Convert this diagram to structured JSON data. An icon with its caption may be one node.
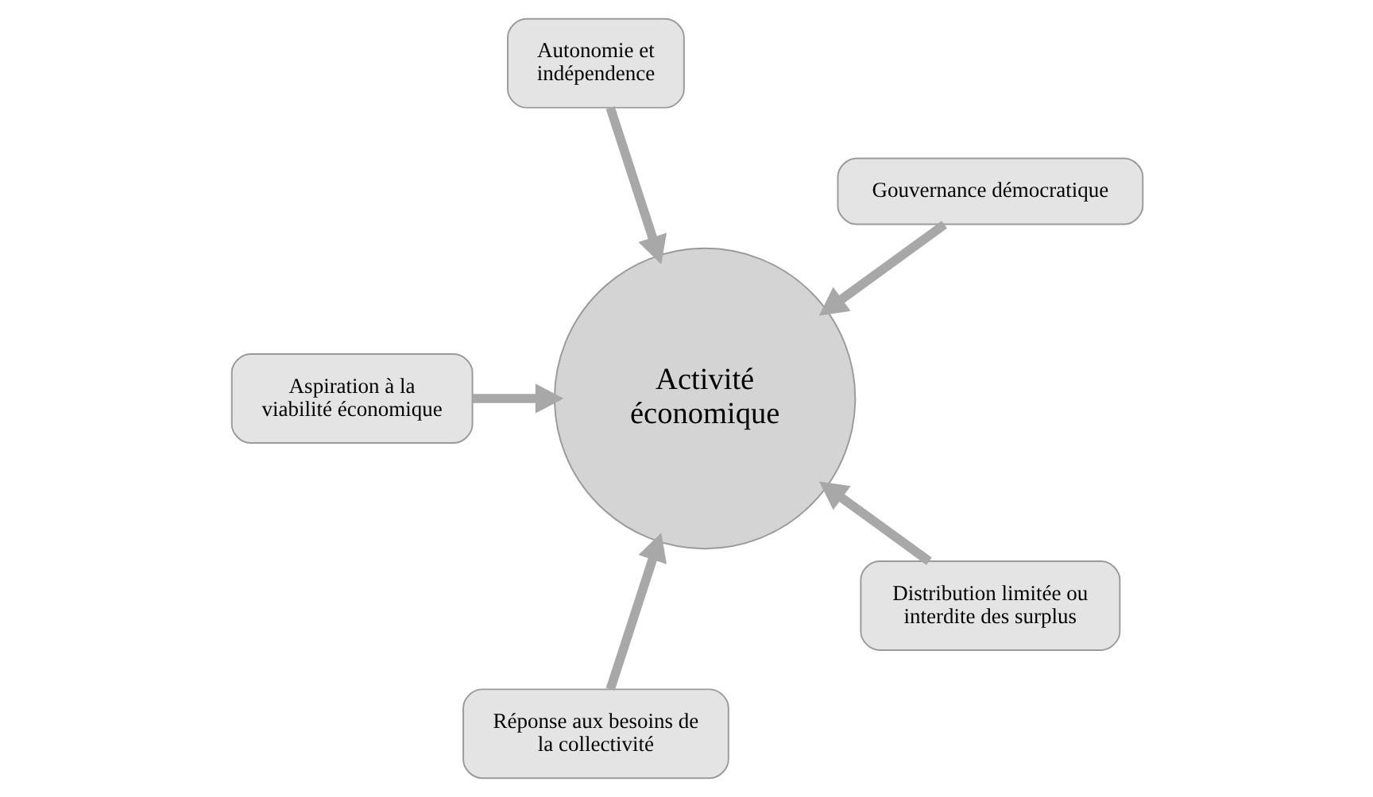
{
  "diagram": {
    "nodes": [
      {
        "text": [
          "Gouvernance démocratique"
        ]
      },
      {
        "text": [
          "Autonomie et indépendence"
        ]
      },
      {
        "text": [
          "Aspiration à la viabilité économique"
        ]
      },
      {
        "text": [
          "Réponse aux besoins de la collectivité"
        ]
      },
      {
        "text": [
          "Activité économique"
        ]
      },
      {
        "text": [
          "Distribution limitée ou interdite des surplus"
        ]
      }
    ],
    "edges": [
      {
        "from": 0,
        "to": 4,
        "arrow": "to"
      },
      {
        "from": 1,
        "to": 4,
        "arrow": "to"
      },
      {
        "from": 2,
        "to": 4,
        "arrow": "to"
      },
      {
        "from": 3,
        "to": 4,
        "arrow": "to"
      },
      {
        "from": 5,
        "to": 4,
        "arrow": "to"
      }
    ]
  }
}
